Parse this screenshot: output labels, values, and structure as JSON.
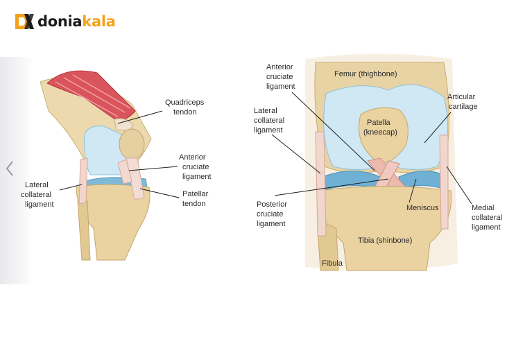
{
  "brand": {
    "name_part1": "donia",
    "name_part2": "kala",
    "monogram": "DK",
    "color_dark": "#1c1c1c",
    "color_accent": "#f2a21c"
  },
  "slider": {
    "prev_icon": "chevron-left-icon"
  },
  "side_view": {
    "quadriceps_tendon": [
      "Quadriceps",
      "tendon"
    ],
    "anterior_cruciate_ligament": [
      "Anterior",
      "cruciate",
      "ligament"
    ],
    "patellar_tendon": [
      "Patellar",
      "tendon"
    ],
    "lateral_collateral_ligament": [
      "Lateral",
      "collateral",
      "ligament"
    ]
  },
  "front_view": {
    "anterior_cruciate_ligament": [
      "Anterior",
      "cruciate",
      "ligament"
    ],
    "femur": "Femur (thighbone)",
    "articular_cartilage": [
      "Articular",
      "cartilage"
    ],
    "lateral_collateral_ligament": [
      "Lateral",
      "collateral",
      "ligament"
    ],
    "patella": [
      "Patella",
      "(kneecap)"
    ],
    "posterior_cruciate_ligament": [
      "Posterior",
      "cruciate",
      "ligament"
    ],
    "meniscus": "Meniscus",
    "medial_collateral_ligament": [
      "Medial",
      "collateral",
      "ligament"
    ],
    "tibia": "Tibia (shinbone)",
    "fibula": "Fibula"
  }
}
